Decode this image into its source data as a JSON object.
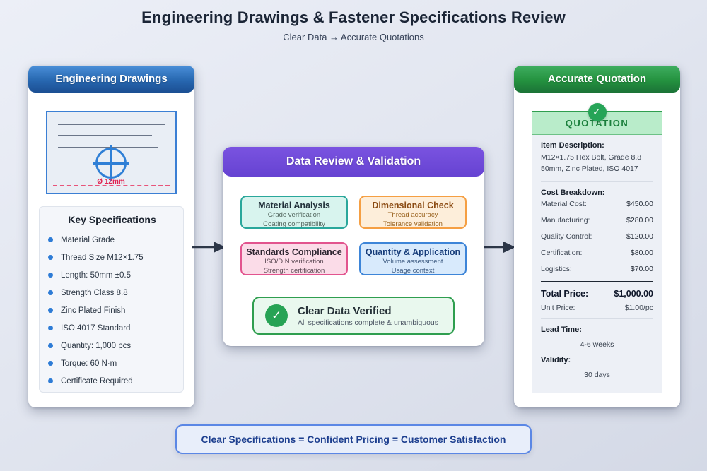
{
  "header": {
    "title": "Engineering Drawings & Fastener Specifications Review",
    "subtitle": "Clear Data → Accurate Quotations"
  },
  "left_panel": {
    "title": "Engineering Drawings",
    "drawing": {
      "dimension_label": "Ø 12mm"
    },
    "specs": {
      "title": "Key Specifications",
      "items": [
        "Material Grade",
        "Thread Size M12×1.75",
        "Length: 50mm ±0.5",
        "Strength Class 8.8",
        "Zinc Plated Finish",
        "ISO 4017 Standard",
        "Quantity: 1,000 pcs",
        "Torque: 60 N·m",
        "Certificate Required"
      ]
    }
  },
  "middle_panel": {
    "title": "Data Review & Validation",
    "cards": [
      {
        "title": "Material Analysis",
        "line1": "Grade verification",
        "line2": "Coating compatibility",
        "accent": "#2aa79b"
      },
      {
        "title": "Dimensional Check",
        "line1": "Thread accuracy",
        "line2": "Tolerance validation",
        "accent": "#f59f43"
      },
      {
        "title": "Standards Compliance",
        "line1": "ISO/DIN verification",
        "line2": "Strength certification",
        "accent": "#e2548e"
      },
      {
        "title": "Quantity & Application",
        "line1": "Volume assessment",
        "line2": "Usage context",
        "accent": "#3d85d8"
      }
    ],
    "verified": {
      "title": "Clear Data Verified",
      "subtitle": "All specifications complete & unambiguous"
    }
  },
  "right_panel": {
    "title": "Accurate Quotation",
    "quotation": {
      "heading": "QUOTATION",
      "item_description_label": "Item Description:",
      "item_description_line1": "M12×1.75 Hex Bolt, Grade 8.8",
      "item_description_line2": "50mm, Zinc Plated, ISO 4017",
      "cost_breakdown_label": "Cost Breakdown:",
      "cost_rows": [
        {
          "label": "Material Cost:",
          "value": "$450.00"
        },
        {
          "label": "Manufacturing:",
          "value": "$280.00"
        },
        {
          "label": "Quality Control:",
          "value": "$120.00"
        },
        {
          "label": "Certification:",
          "value": "$80.00"
        },
        {
          "label": "Logistics:",
          "value": "$70.00"
        }
      ],
      "total_label": "Total Price:",
      "total_value": "$1,000.00",
      "unit_label": "Unit Price:",
      "unit_value": "$1.00/pc",
      "lead_time_label": "Lead Time:",
      "lead_time_value": "4-6 weeks",
      "validity_label": "Validity:",
      "validity_value": "30 days"
    }
  },
  "footer": {
    "banner": "Clear Specifications = Confident Pricing = Customer Satisfaction"
  },
  "icons": {
    "check": "✓"
  },
  "colors": {
    "left_header_top": "#4a8fd8",
    "left_header_bottom": "#1b4f93",
    "middle_header": "#6e48d8",
    "right_header_top": "#3fae60",
    "right_header_bottom": "#1b7337",
    "drawing_blue": "#2f7fd6",
    "dimension_red": "#e02451",
    "quote_band_green": "#b9ecca",
    "quote_green": "#2f9e4f",
    "verified_green": "#27a355",
    "arrow": "#2d3748",
    "banner_border": "#5b87e5",
    "banner_text": "#1d3f8f",
    "bullet_blue": "#2e7cd6"
  }
}
